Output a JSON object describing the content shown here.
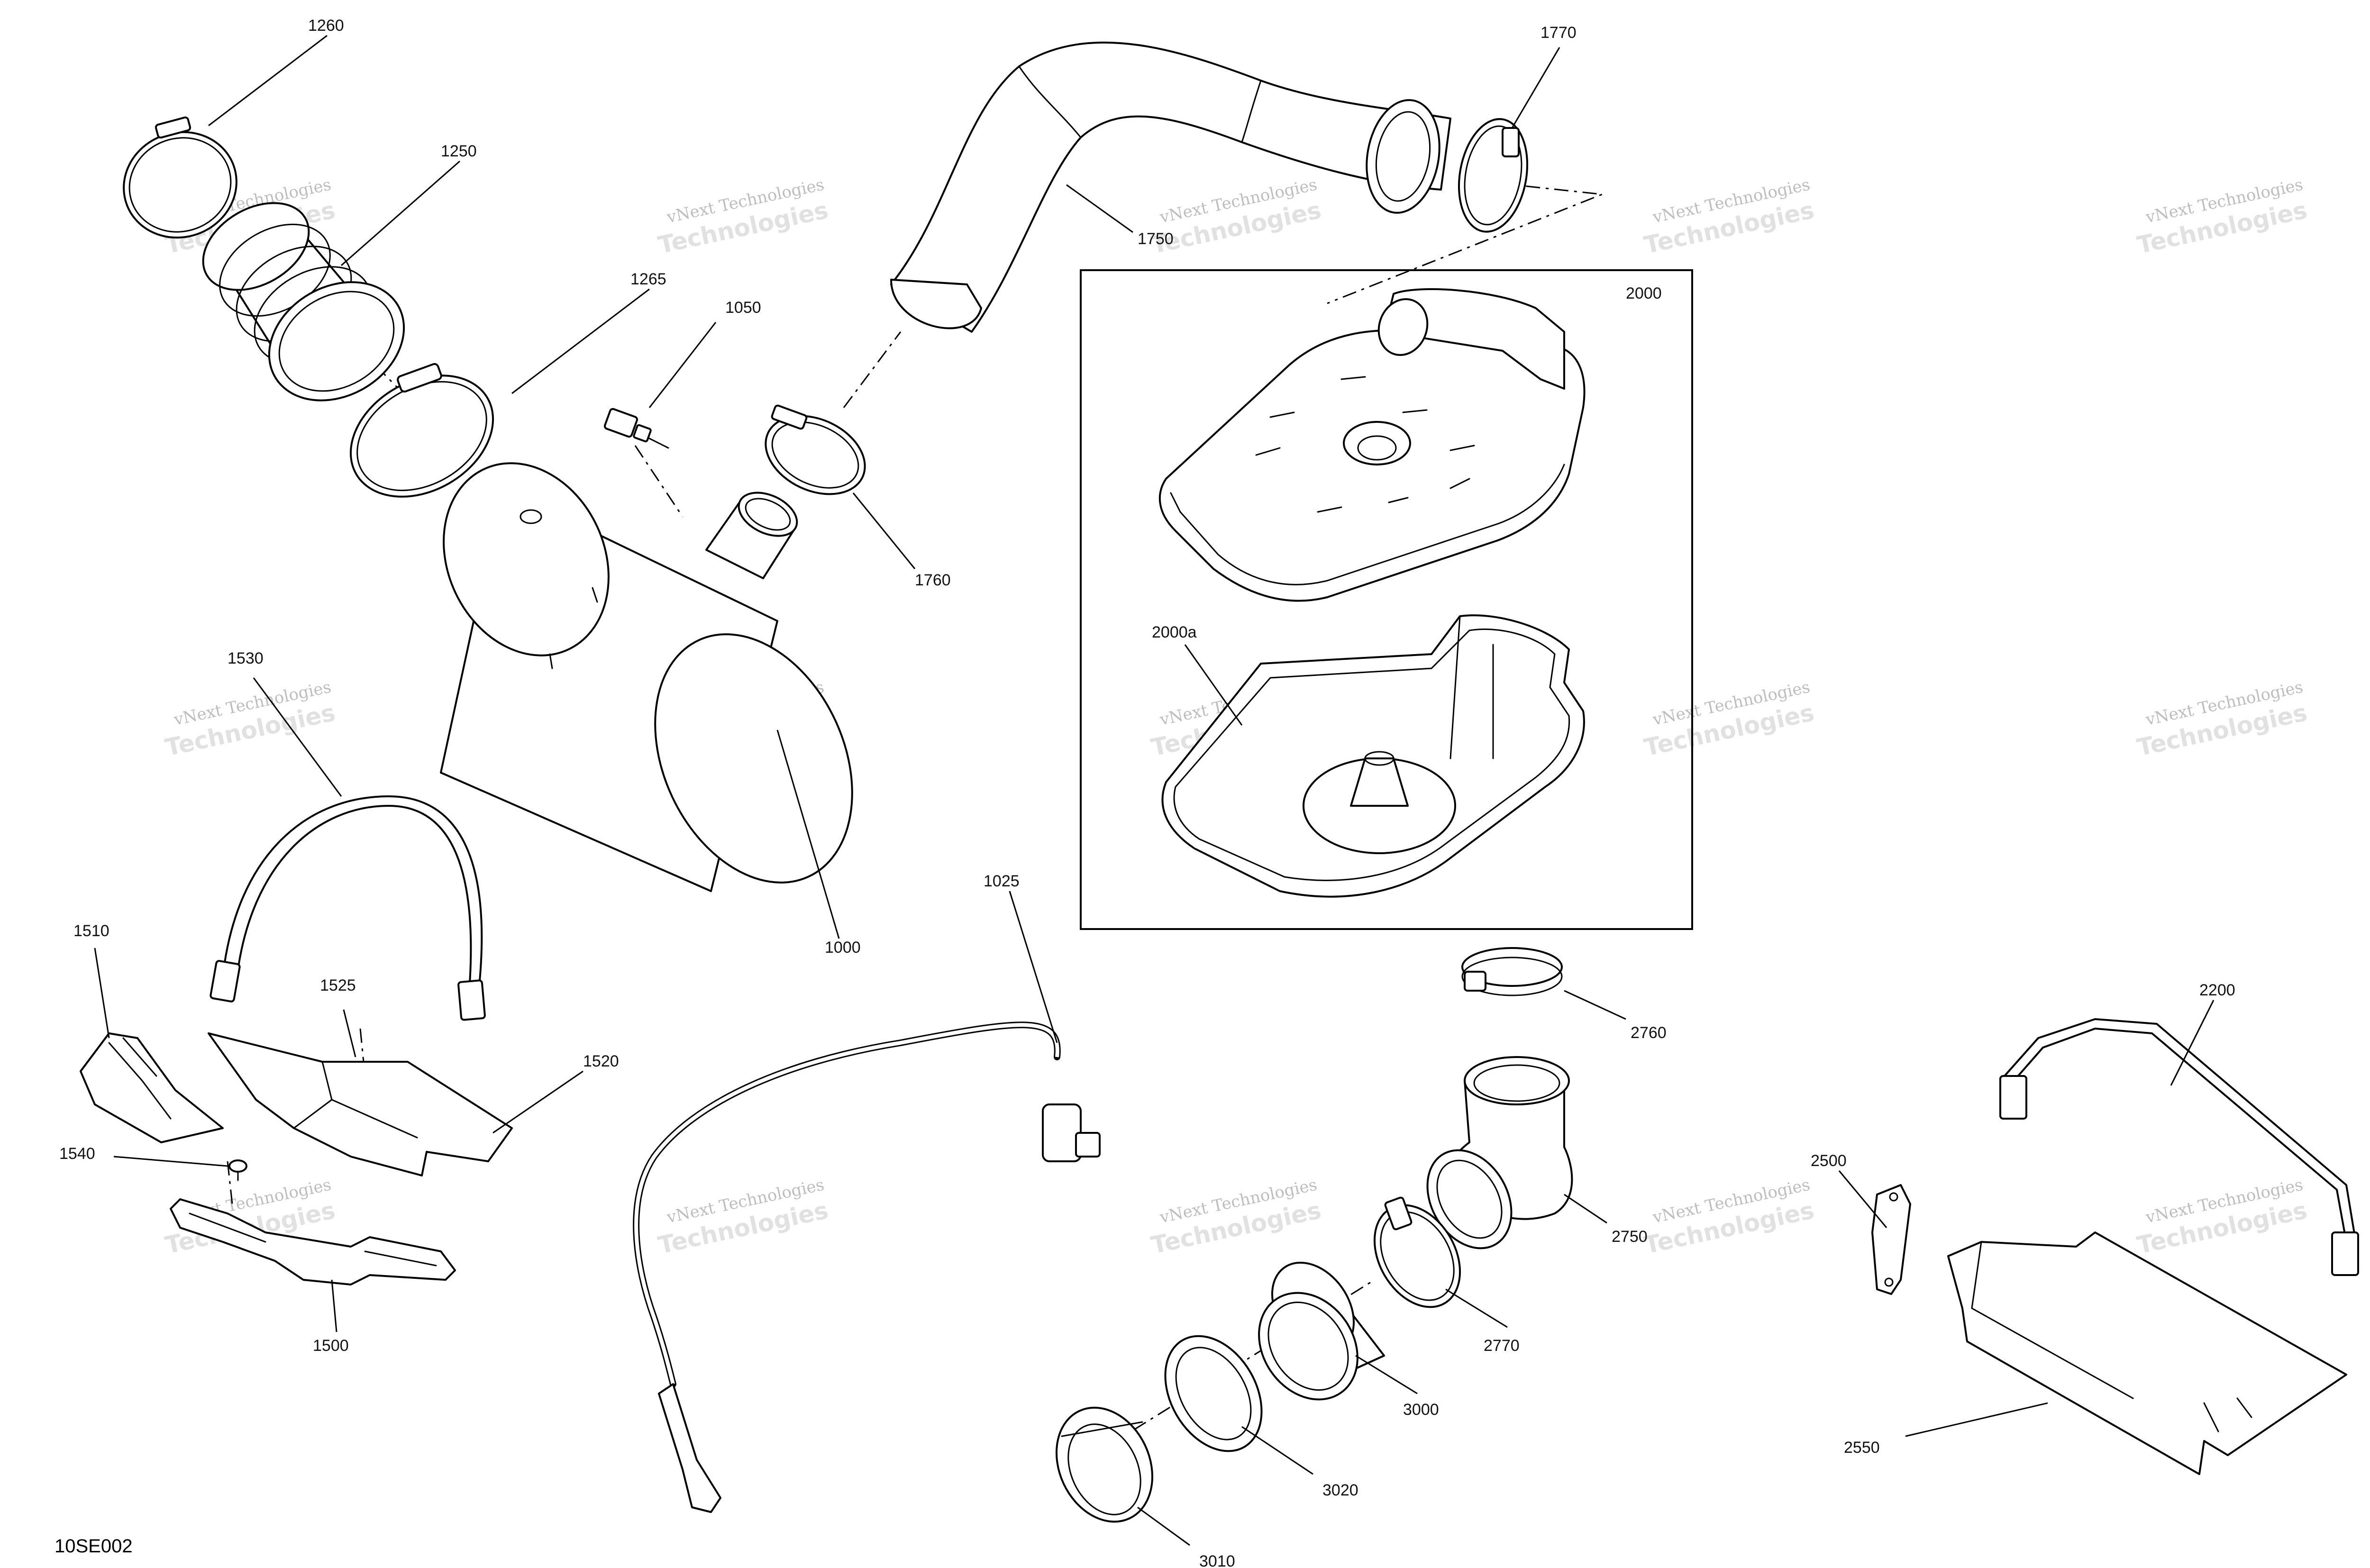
{
  "diagram": {
    "figure_id": "10SE002",
    "watermark_line1": "vNext Technologies",
    "watermark_line2": "Technologies",
    "callouts": {
      "p1260": "1260",
      "p1250": "1250",
      "p1265": "1265",
      "p1050": "1050",
      "p1750": "1750",
      "p1770": "1770",
      "p1760": "1760",
      "p2000": "2000",
      "p2000a": "2000a",
      "p1000": "1000",
      "p1530": "1530",
      "p1510": "1510",
      "p1525": "1525",
      "p1520": "1520",
      "p1540": "1540",
      "p1500": "1500",
      "p1025": "1025",
      "p2760": "2760",
      "p2750": "2750",
      "p2770": "2770",
      "p3000": "3000",
      "p3020": "3020",
      "p3010": "3010",
      "p2200": "2200",
      "p2500": "2500",
      "p2550": "2550"
    }
  }
}
